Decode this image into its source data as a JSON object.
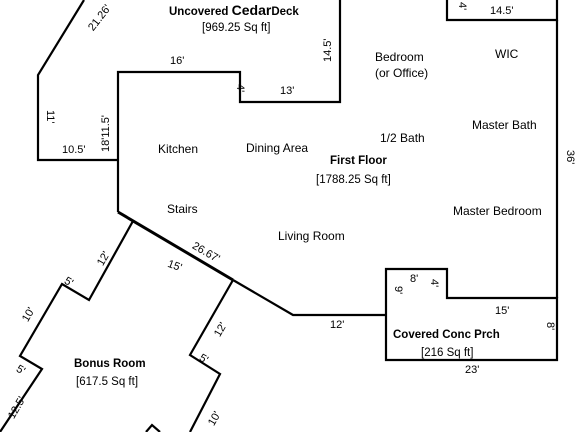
{
  "deck": {
    "title_prefix": "Uncovered ",
    "title_brand": "Cedar",
    "title_suffix": "Deck",
    "area": "[969.25 Sq ft]"
  },
  "first_floor": {
    "title": "First Floor",
    "area": "[1788.25 Sq ft]"
  },
  "porch": {
    "title": "Covered Conc Prch",
    "area": "[216 Sq ft]"
  },
  "bonus": {
    "title": "Bonus Room",
    "area": "[617.5 Sq ft]"
  },
  "rooms": {
    "bedroom": "Bedroom",
    "bedroom_alt": "(or Office)",
    "wic": "WIC",
    "kitchen": "Kitchen",
    "dining": "Dining Area",
    "half_bath": "1/2 Bath",
    "master_bath": "Master Bath",
    "stairs": "Stairs",
    "master_bedroom": "Master Bedroom",
    "living_room": "Living Room"
  },
  "dimensions": {
    "d21_26": "21.26'",
    "d14_5_deck": "14.5'",
    "d16": "16'",
    "d4_top": "4'",
    "d13": "13'",
    "d11": "11'",
    "d18_11_5": "18'11.5'",
    "d10_5": "10.5'",
    "d4_wic": "4'",
    "d14_5_wic": "14.5'",
    "d36": "36'",
    "d26_67": "26.67'",
    "d15_bonus": "15'",
    "d12_bonus_a": "12'",
    "d5_bonus_a": "5'",
    "d10_bonus_a": "10'",
    "d5_bonus_b": "5'",
    "d12_5_bonus": "12.5'",
    "d12_bonus_b": "12'",
    "d5_bonus_c": "5'",
    "d10_bonus_b": "10'",
    "d12_porch": "12'",
    "d8_porch": "8'",
    "d9_porch": "9'",
    "d4_porch": "4'",
    "d15_porch": "15'",
    "d8_right": "8'",
    "d23": "23'"
  }
}
